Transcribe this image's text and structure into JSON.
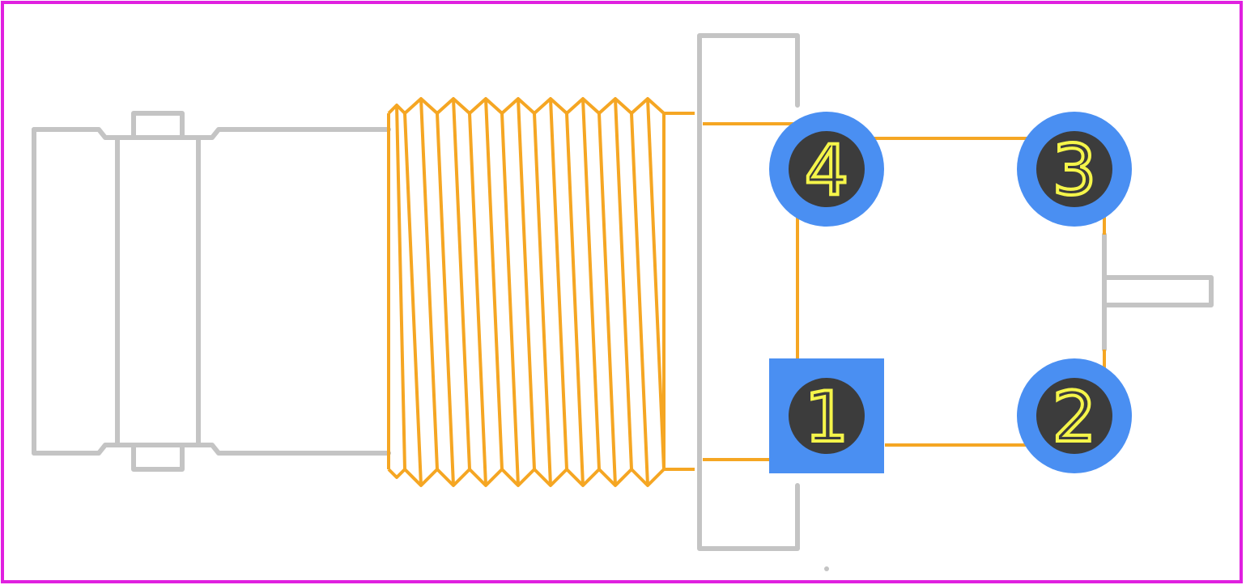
{
  "colors": {
    "background": "#ffffff",
    "board_outline": "#e020e0",
    "courtyard": "#c4c4c4",
    "fab": "#f5a623",
    "pad": "#4a8ff2",
    "drill": "#3c3c3c",
    "label": "#f5f54a"
  },
  "pads": [
    {
      "number": "1",
      "shape": "square"
    },
    {
      "number": "2",
      "shape": "round"
    },
    {
      "number": "3",
      "shape": "round"
    },
    {
      "number": "4",
      "shape": "round"
    }
  ]
}
